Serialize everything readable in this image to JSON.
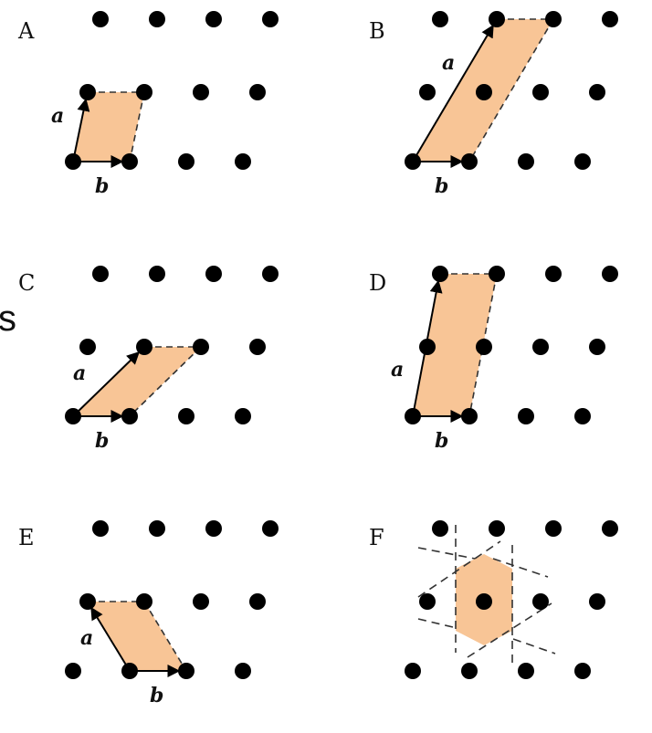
{
  "side_glyph": "s",
  "panels": [
    {
      "label": "A",
      "vector_labels": [
        "a",
        "b"
      ]
    },
    {
      "label": "B",
      "vector_labels": [
        "a",
        "b"
      ]
    },
    {
      "label": "C",
      "vector_labels": [
        "a",
        "b"
      ]
    },
    {
      "label": "D",
      "vector_labels": [
        "a",
        "b"
      ]
    },
    {
      "label": "E",
      "vector_labels": [
        "a",
        "b"
      ]
    },
    {
      "label": "F",
      "vector_labels": []
    }
  ],
  "colors": {
    "cell_fill": "#f8c596",
    "lattice_point": "#000000",
    "line": "#111111",
    "dash": "#333333"
  }
}
